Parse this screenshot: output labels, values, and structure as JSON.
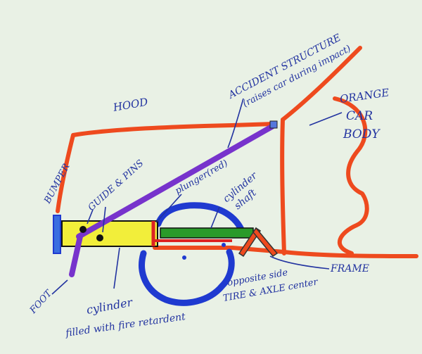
{
  "labels": {
    "hood": "HOOD",
    "accident_line1": "ACCIDENT STRUCTURE",
    "accident_line2": "(raises car during impact)",
    "orange_line1": "ORANGE",
    "orange_line2": "CAR",
    "orange_line3": "BODY",
    "bumper": "BUMPER",
    "guide_pins": "GUIDE & PINS",
    "plunger": "plunger(red)",
    "cyl_shaft_1": "cylinder",
    "cyl_shaft_2": "shaft",
    "frame": "FRAME",
    "foot": "FOOT",
    "cylinder_1": "cylinder",
    "cylinder_2": "filled with fire retardent",
    "axle_1": "opposite side",
    "axle_2": "TIRE & AXLE center"
  },
  "colors": {
    "background": "#e9f1e5",
    "orange_body": "#ee4a1e",
    "purple_structure": "#7733cc",
    "yellow_cylinder": "#f2ee3a",
    "green_shaft": "#2a9a2a",
    "red_plunger": "#dd2222",
    "blue_tire": "#1f3ad0",
    "bumper_blue": "#3a6ee0",
    "ink": "#2233a0"
  }
}
